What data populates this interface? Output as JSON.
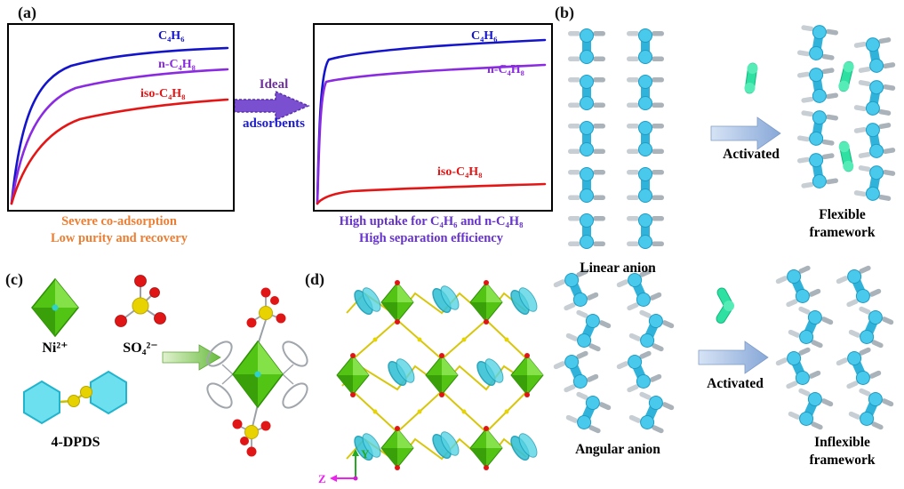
{
  "panels": {
    "a": {
      "label": "(a)",
      "left_plot": {
        "series": [
          {
            "name": "C₄H₆",
            "color": "#1414cc"
          },
          {
            "name": "n-C₄H₈",
            "color": "#8a2be2"
          },
          {
            "name": "iso-C₄H₈",
            "color": "#e51515"
          }
        ],
        "caption": [
          "Severe co-adsorption",
          "Low purity and recovery"
        ],
        "caption_color": "#ed7d31"
      },
      "transition": {
        "top_label": "Ideal",
        "bottom_label": "adsorbents",
        "arrow_color": "#7a4fd0"
      },
      "right_plot": {
        "series": [
          {
            "name": "C₄H₆",
            "color": "#1414cc"
          },
          {
            "name": "n-C₄H₈",
            "color": "#8a2be2"
          },
          {
            "name": "iso-C₄H₈",
            "color": "#e51515"
          }
        ],
        "caption": [
          "High uptake for C₄H₆ and n-C₄H₈",
          "High separation efficiency"
        ],
        "caption_color": "#6633cc"
      }
    },
    "b": {
      "label": "(b)",
      "top": {
        "structure_label": "Linear anion",
        "arrow_label": "Activated",
        "result_label": [
          "Flexible",
          "framework"
        ]
      },
      "bottom": {
        "structure_label": "Angular anion",
        "arrow_label": "Activated",
        "result_label": [
          "Inflexible",
          "framework"
        ]
      }
    },
    "c": {
      "label": "(c)",
      "nickel_label": "Ni²⁺",
      "sulfate_label": "SO₄²⁻",
      "linker_label": "4-DPDS"
    },
    "d": {
      "label": "(d)",
      "axis_y": "Y",
      "axis_z": "Z"
    }
  },
  "chart_data": [
    {
      "type": "line",
      "panel": "a-left",
      "caption": [
        "Severe co-adsorption",
        "Low purity and recovery"
      ],
      "axes_labeled": false,
      "x_norm": [
        0,
        0.05,
        0.1,
        0.2,
        0.3,
        0.5,
        0.7,
        1.0
      ],
      "series": [
        {
          "name": "C₄H₆",
          "color": "#1414cc",
          "y_norm": [
            0,
            0.42,
            0.58,
            0.72,
            0.79,
            0.85,
            0.87,
            0.88
          ]
        },
        {
          "name": "n-C₄H₈",
          "color": "#8a2be2",
          "y_norm": [
            0,
            0.33,
            0.47,
            0.6,
            0.67,
            0.72,
            0.74,
            0.76
          ]
        },
        {
          "name": "iso-C₄H₈",
          "color": "#e51515",
          "y_norm": [
            0,
            0.22,
            0.33,
            0.44,
            0.5,
            0.55,
            0.58,
            0.6
          ]
        }
      ]
    },
    {
      "type": "line",
      "panel": "a-right",
      "caption": [
        "High uptake for C₄H₆ and n-C₄H₈",
        "High separation efficiency"
      ],
      "axes_labeled": false,
      "x_norm": [
        0,
        0.02,
        0.05,
        0.1,
        0.3,
        0.5,
        0.7,
        1.0
      ],
      "series": [
        {
          "name": "C₄H₆",
          "color": "#1414cc",
          "y_norm": [
            0,
            0.7,
            0.8,
            0.84,
            0.88,
            0.9,
            0.91,
            0.92
          ]
        },
        {
          "name": "n-C₄H₈",
          "color": "#8a2be2",
          "y_norm": [
            0,
            0.6,
            0.68,
            0.71,
            0.74,
            0.76,
            0.77,
            0.78
          ]
        },
        {
          "name": "iso-C₄H₈",
          "color": "#e51515",
          "y_norm": [
            0,
            0.03,
            0.05,
            0.08,
            0.1,
            0.12,
            0.14,
            0.16
          ]
        }
      ]
    }
  ]
}
